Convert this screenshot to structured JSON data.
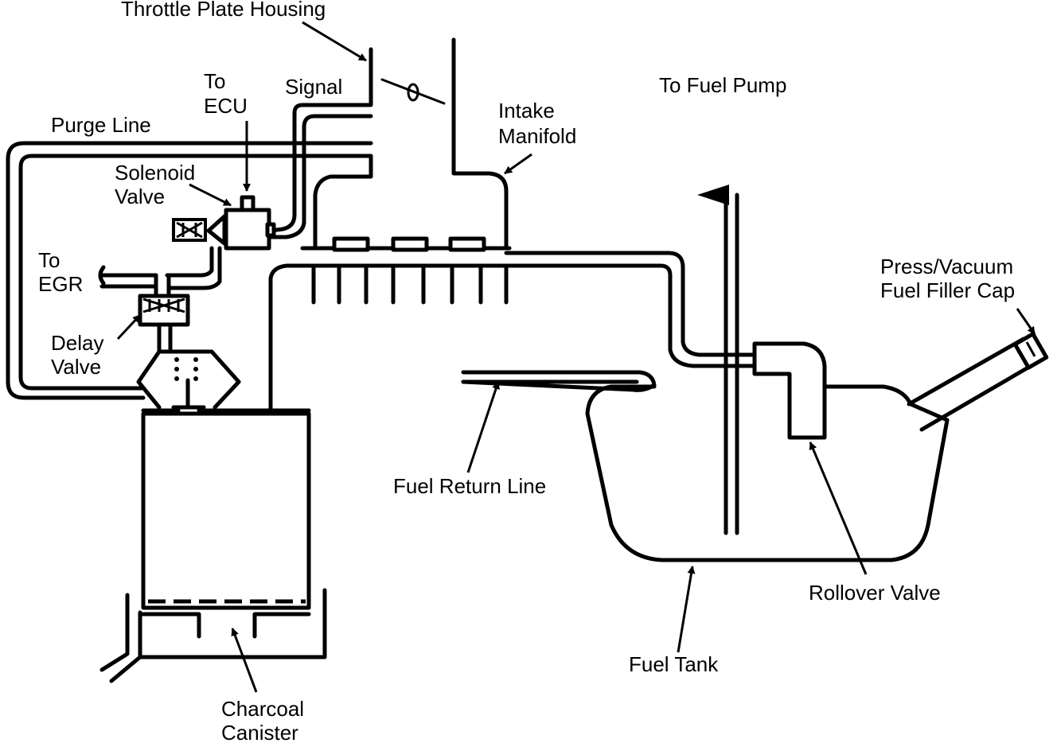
{
  "labels": {
    "throttle_plate_housing": "Throttle Plate Housing",
    "to_ecu_1": "To",
    "to_ecu_2": "ECU",
    "signal": "Signal",
    "purge_line": "Purge Line",
    "solenoid_valve_1": "Solenoid",
    "solenoid_valve_2": "Valve",
    "to_egr_1": "To",
    "to_egr_2": "EGR",
    "delay_valve_1": "Delay",
    "delay_valve_2": "Valve",
    "intake_manifold_1": "Intake",
    "intake_manifold_2": "Manifold",
    "to_fuel_pump": "To Fuel Pump",
    "fuel_filler_cap_1": "Press/Vacuum",
    "fuel_filler_cap_2": "Fuel Filler Cap",
    "fuel_return_line": "Fuel Return Line",
    "rollover_valve": "Rollover Valve",
    "fuel_tank": "Fuel Tank",
    "charcoal_canister_1": "Charcoal",
    "charcoal_canister_2": "Canister"
  }
}
